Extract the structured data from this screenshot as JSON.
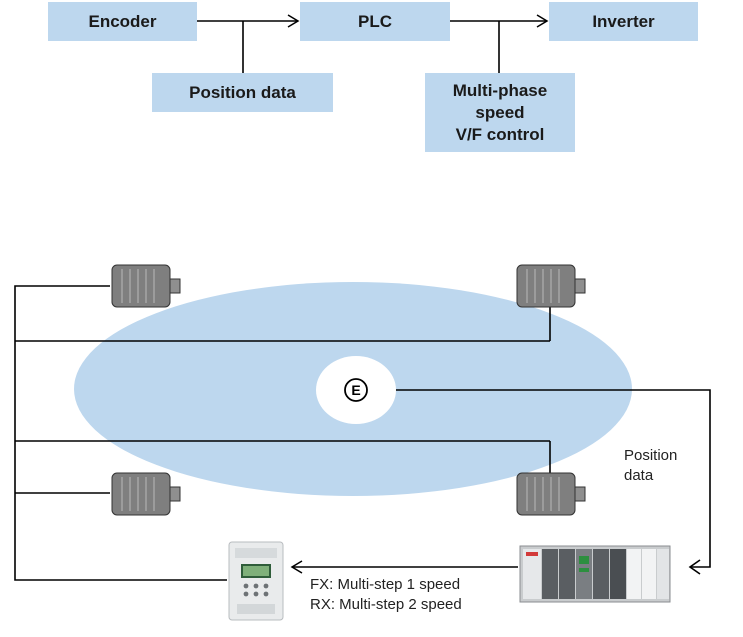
{
  "flow": {
    "encoder": "Encoder",
    "plc": "PLC",
    "inverter": "Inverter",
    "position_data": "Position data",
    "control_lines": [
      "Multi-phase",
      "speed",
      "V/F control"
    ]
  },
  "system": {
    "encoder_symbol": "E",
    "position_lines": [
      "Position",
      "data"
    ],
    "fx_label": "FX: Multi-step 1 speed",
    "rx_label": "RX: Multi-step 2 speed"
  },
  "colors": {
    "box_fill": "#bdd7ee",
    "ellipse_fill": "#bdd7ee",
    "motor_fill": "#7f7f7f",
    "line": "#000000"
  }
}
